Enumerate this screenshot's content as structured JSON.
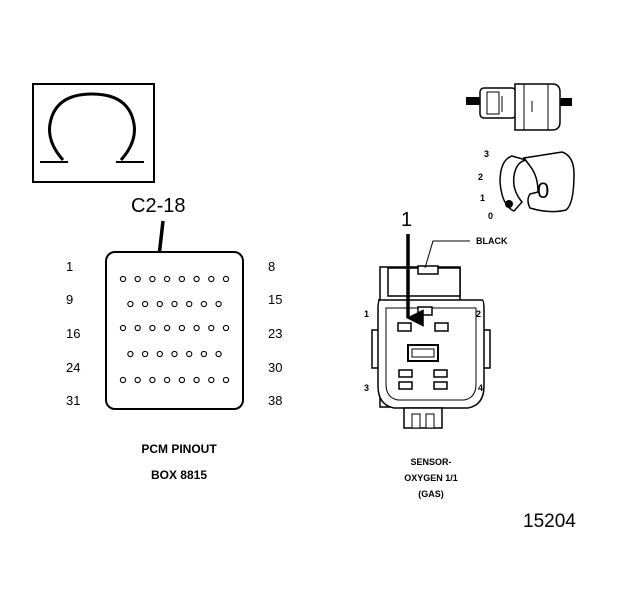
{
  "legend_symbol": {
    "icon": "ohm-omega-icon"
  },
  "pcm": {
    "callout": "C2-18",
    "left_numbers": [
      "1",
      "9",
      "16",
      "24",
      "31"
    ],
    "right_numbers": [
      "8",
      "15",
      "23",
      "30",
      "38"
    ],
    "pins_per_row": [
      8,
      7,
      8,
      7,
      8
    ],
    "caption_line1": "PCM PINOUT",
    "caption_line2": "BOX 8815"
  },
  "connector_views": {
    "inline_connector_icon": "inline-connector-icon",
    "rotation_scale": [
      "3",
      "2",
      "1",
      "0"
    ],
    "rotation_value": "0"
  },
  "sensor": {
    "callout": "1",
    "color_label": "BLACK",
    "cavity_numbers": [
      "1",
      "2",
      "3",
      "4"
    ],
    "caption_line1": "SENSOR-",
    "caption_line2": "OXYGEN 1/1",
    "caption_line3": "(GAS)"
  },
  "figure_id": "15204"
}
